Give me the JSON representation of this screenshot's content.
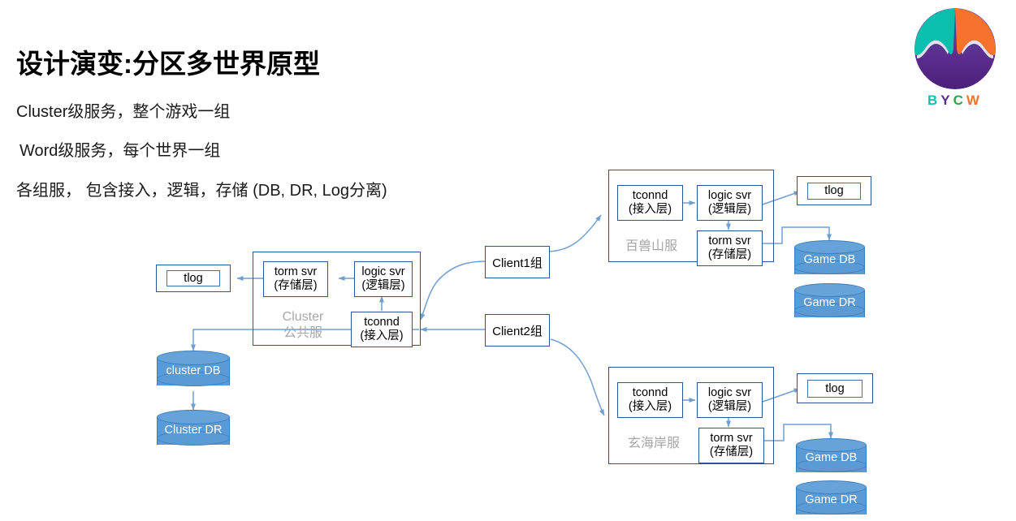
{
  "slide": {
    "title": "设计演变:分区多世界原型",
    "bullets": [
      "Cluster级服务，整个游戏一组",
      "Word级服务，每个世界一组",
      "各组服， 包含接入，逻辑，存储 (DB, DR, Log分离)"
    ]
  },
  "logo": {
    "letters": [
      "B",
      "Y",
      "C",
      "W"
    ],
    "colors": {
      "teal": "#12c2b0",
      "purple": "#5b2d8e",
      "green": "#2aa84a",
      "orange": "#f4722b"
    }
  },
  "theme": {
    "box_border": "#2e5395",
    "wire": "#6f9fd0",
    "cylinder_fill": "#5b9bd5",
    "group_label": "#a6a6a6",
    "text": "#000000"
  },
  "diagram": {
    "cluster_group": {
      "label_line1": "Cluster",
      "label_line2": "公共服",
      "nodes": {
        "torm": {
          "line1": "torm svr",
          "line2": "(存储层)"
        },
        "logic": {
          "line1": "logic svr",
          "line2": "(逻辑层)"
        },
        "tconnd": {
          "line1": "tconnd",
          "line2": "(接入层)"
        }
      },
      "tlog": "tlog",
      "db": "cluster  DB",
      "dr": "Cluster DR"
    },
    "clients": [
      {
        "label": "Client1组"
      },
      {
        "label": "Client2组"
      }
    ],
    "world_groups": [
      {
        "label": "百兽山服",
        "nodes": {
          "tconnd": {
            "line1": "tconnd",
            "line2": "(接入层)"
          },
          "logic": {
            "line1": "logic svr",
            "line2": "(逻辑层)"
          },
          "torm": {
            "line1": "torm svr",
            "line2": "(存储层)"
          }
        },
        "tlog": "tlog",
        "db": "Game DB",
        "dr": "Game DR"
      },
      {
        "label": "玄海岸服",
        "nodes": {
          "tconnd": {
            "line1": "tconnd",
            "line2": "(接入层)"
          },
          "logic": {
            "line1": "logic svr",
            "line2": "(逻辑层)"
          },
          "torm": {
            "line1": "torm svr",
            "line2": "(存储层)"
          }
        },
        "tlog": "tlog",
        "db": "Game DB",
        "dr": "Game DR"
      }
    ]
  }
}
